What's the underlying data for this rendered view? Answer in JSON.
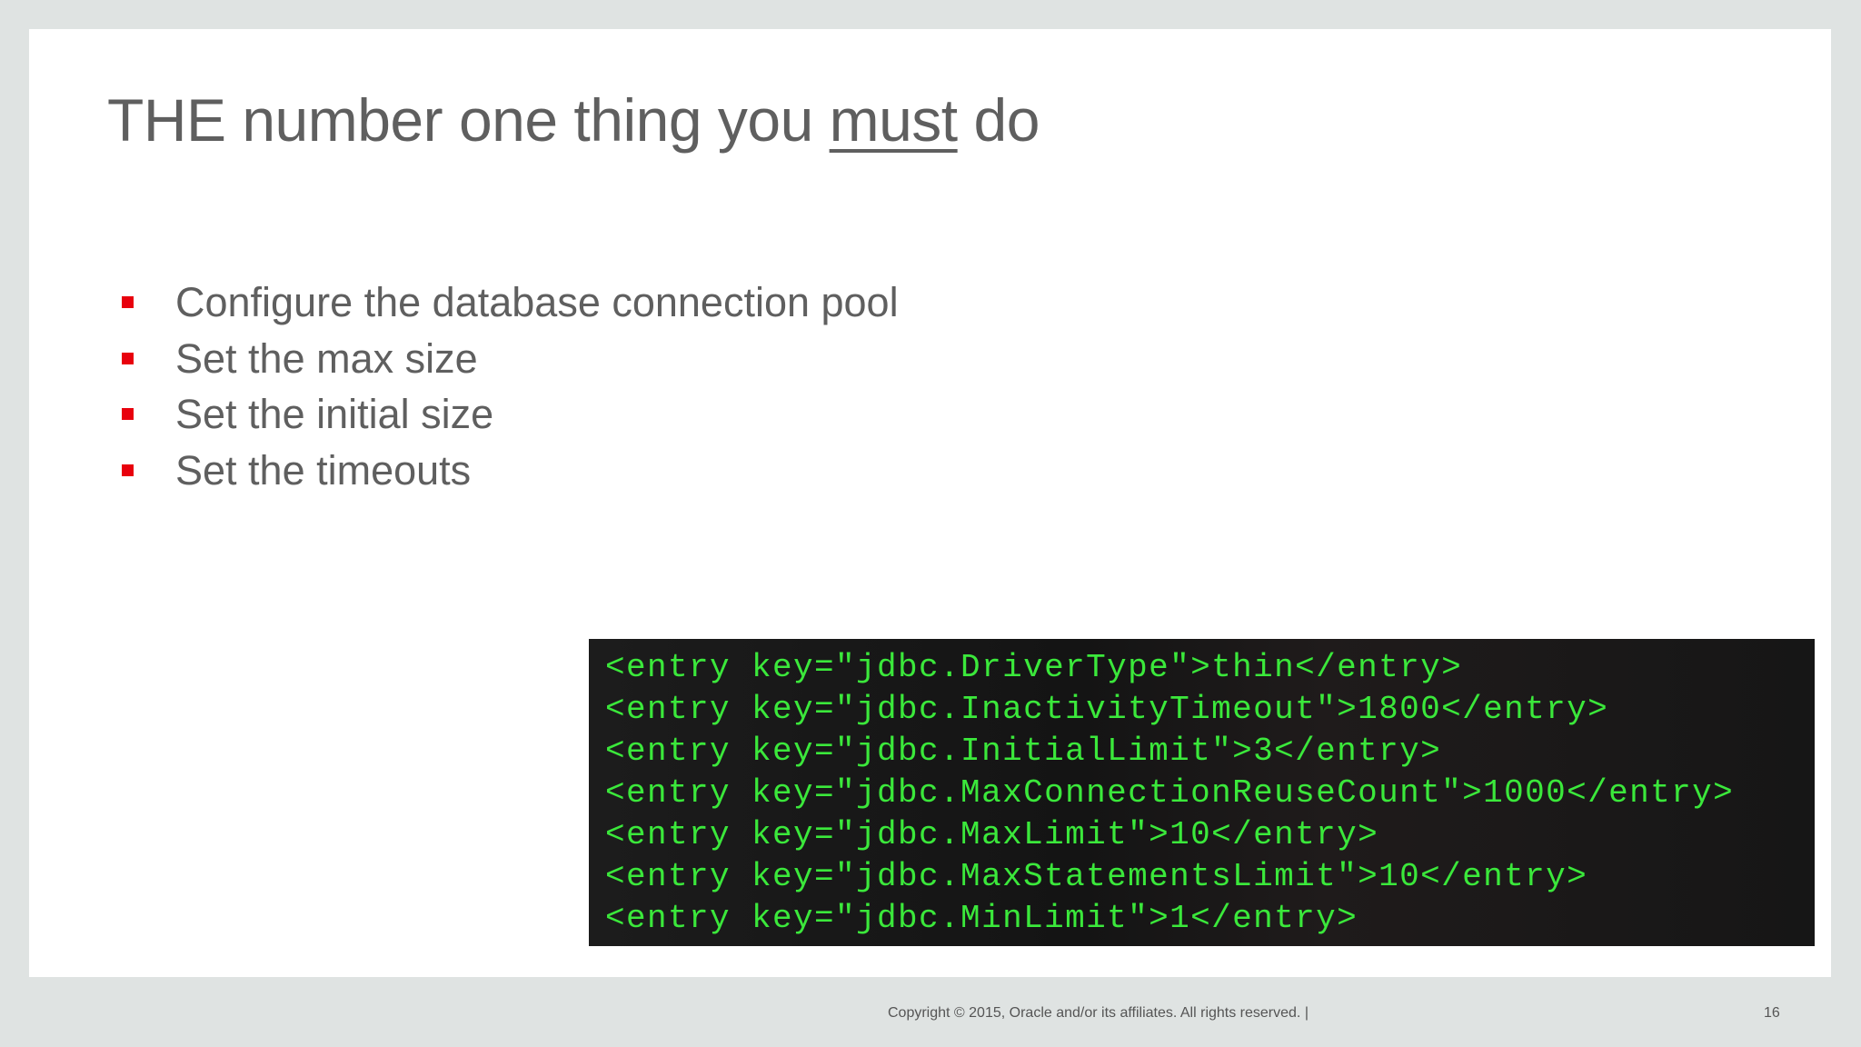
{
  "slide": {
    "title_before": "THE number one thing you ",
    "title_emph": "must",
    "title_after": " do",
    "bullets": [
      "Configure the database connection pool",
      "Set the max size",
      "Set the initial size",
      "Set the timeouts"
    ],
    "bullet_color": "#e8000d",
    "code_lines": [
      "<entry key=\"jdbc.DriverType\">thin</entry>",
      "<entry key=\"jdbc.InactivityTimeout\">1800</entry>",
      "<entry key=\"jdbc.InitialLimit\">3</entry>",
      "<entry key=\"jdbc.MaxConnectionReuseCount\">1000</entry>",
      "<entry key=\"jdbc.MaxLimit\">10</entry>",
      "<entry key=\"jdbc.MaxStatementsLimit\">10</entry>",
      "<entry key=\"jdbc.MinLimit\">1</entry>"
    ],
    "code_color": "#3be83b"
  },
  "footer": {
    "copyright": "Copyright © 2015, Oracle and/or its affiliates. All rights reserved.  |",
    "page_number": "16"
  }
}
